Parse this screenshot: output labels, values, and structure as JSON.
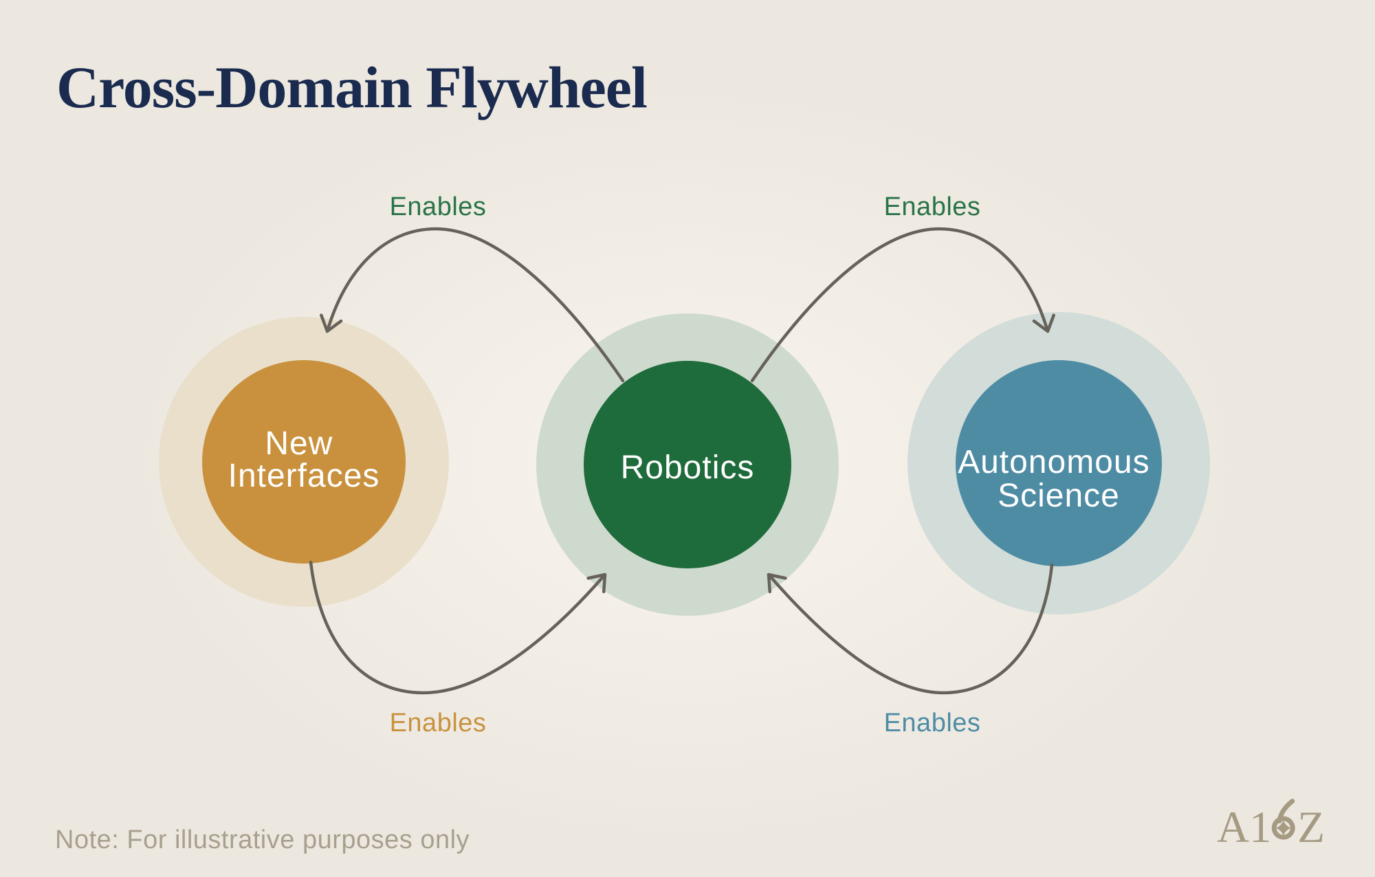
{
  "title": "Cross-Domain Flywheel",
  "note": "Note: For illustrative purposes only",
  "logo": {
    "label": "A16Z",
    "left": "A1",
    "right": "Z"
  },
  "nodes": [
    {
      "id": "new-interfaces",
      "lines": [
        "New",
        "Interfaces"
      ],
      "fill": "#C9913D",
      "halo": "#E9DFCB",
      "text_color": "#FFFFFF"
    },
    {
      "id": "robotics",
      "lines": [
        "Robotics"
      ],
      "fill": "#1E6B3B",
      "halo": "#CFDACE",
      "text_color": "#FFFFFF"
    },
    {
      "id": "autonomous-science",
      "lines": [
        "Autonomous",
        "Science"
      ],
      "fill": "#4E8CA4",
      "halo": "#D2DCD9",
      "text_color": "#FFFFFF"
    }
  ],
  "edges": [
    {
      "from": "robotics",
      "to": "new-interfaces",
      "label": "Enables",
      "label_color": "#2A7347",
      "position": "top-left"
    },
    {
      "from": "robotics",
      "to": "autonomous-science",
      "label": "Enables",
      "label_color": "#2A7347",
      "position": "top-right"
    },
    {
      "from": "new-interfaces",
      "to": "robotics",
      "label": "Enables",
      "label_color": "#C8923F",
      "position": "bottom-left"
    },
    {
      "from": "autonomous-science",
      "to": "robotics",
      "label": "Enables",
      "label_color": "#4E8CA5",
      "position": "bottom-right"
    }
  ],
  "colors": {
    "background": "#EDE9E1",
    "title": "#1B2B4F",
    "arrow": "#66625A",
    "note": "#A99F8D",
    "logo": "#A69A82"
  }
}
